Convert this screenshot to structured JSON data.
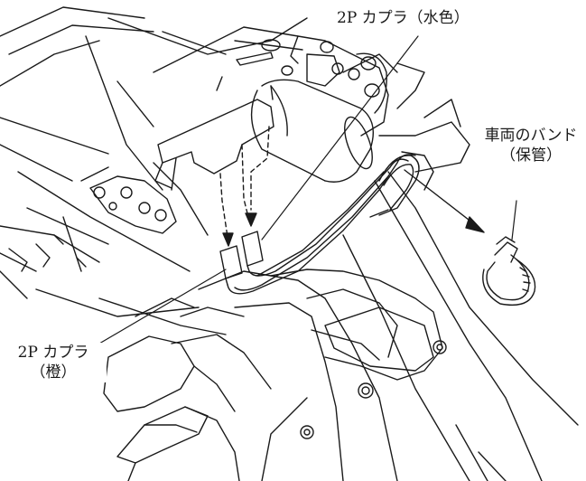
{
  "labels": {
    "coupler_top": "2P カプラ（水色）",
    "vehicle_band_line1": "車両のバンド",
    "vehicle_band_line2": "（保管）",
    "coupler_bottom_line1": "2P カプラ",
    "coupler_bottom_line2": "（橙）"
  },
  "colors": {
    "line": "#1a1a1a",
    "background": "#ffffff"
  }
}
